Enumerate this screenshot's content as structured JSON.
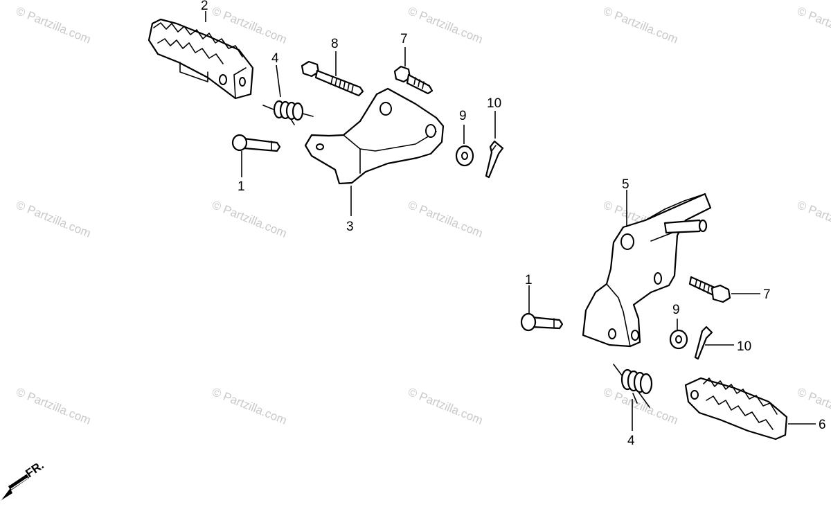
{
  "watermark_text": "© Partzilla.com",
  "front_indicator": "FR.",
  "callouts": {
    "l_pin": "1",
    "l_peg": "2",
    "l_bracket": "3",
    "l_spring": "4",
    "l_bolt7": "7",
    "l_bolt8": "8",
    "l_washer": "9",
    "l_cotter": "10",
    "r_bracket": "5",
    "r_pin": "1",
    "r_bolt7": "7",
    "r_washer": "9",
    "r_cotter": "10",
    "r_spring": "4",
    "r_peg": "6"
  }
}
